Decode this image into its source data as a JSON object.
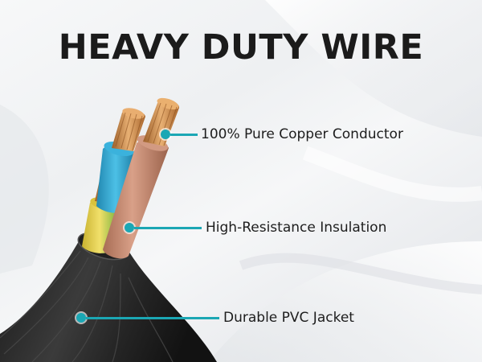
{
  "title": "HEAVY DUTY WIRE",
  "callouts": {
    "conductor": "100% Pure Copper Conductor",
    "insulation": "High-Resistance Insulation",
    "jacket": "Durable PVC Jacket"
  },
  "colors": {
    "accent": "#1ba7b4",
    "title": "#1b1b1b",
    "copper": "#c98a4b",
    "brown_insulation": "#c98b70",
    "blue_insulation": "#33a9d2",
    "earth_insulation": "#e5d34a",
    "jacket": "#2a2a2a"
  }
}
